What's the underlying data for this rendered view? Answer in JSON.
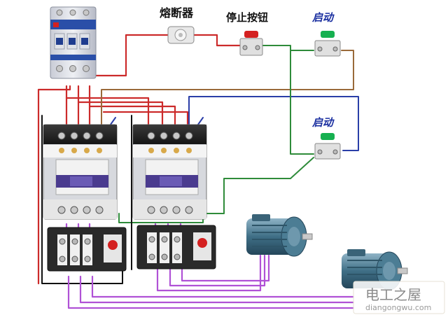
{
  "labels": {
    "fuse": "熔断器",
    "stop_button": "停止按钮",
    "start_button_top": "启动",
    "start_button_mid": "启动"
  },
  "watermark": {
    "title": "电工之屋",
    "url": "diangongwu.com"
  },
  "colors": {
    "wire_red": "#cc2b2b",
    "wire_blue": "#2a3ea8",
    "wire_green": "#2e8b3a",
    "wire_brown": "#9a6a3a",
    "wire_purple": "#b052d6",
    "wire_black": "#111111",
    "stop_red": "#d42020",
    "start_green": "#16b050",
    "label_blue": "#1a2fa0",
    "contactor_purple": "#4a3b8f",
    "motor_teal": "#3f6f86"
  }
}
